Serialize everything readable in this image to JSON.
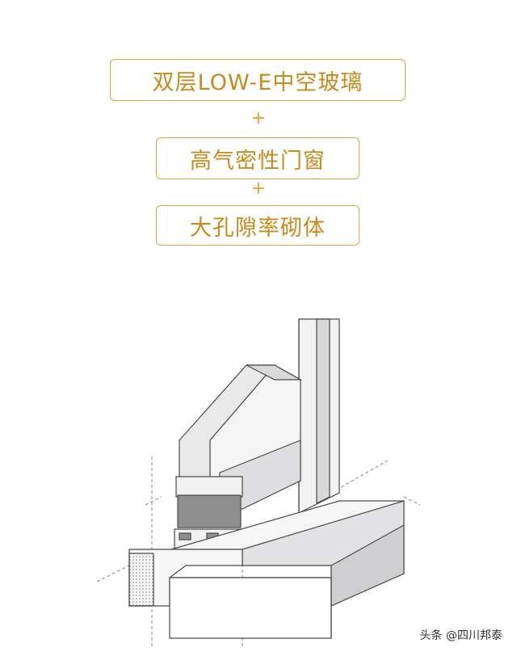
{
  "labels": {
    "line1": "双层LOW-E中空玻璃",
    "plus1": "+",
    "line2": "高气密性门窗",
    "plus2": "+",
    "line3": "大孔隙率砌体"
  },
  "watermark": "头条 @四川邦泰",
  "colors": {
    "accent": "#e0a43c",
    "text": "#c98a1c",
    "line": "#4a4a4a",
    "fill_light": "#e9e9ea",
    "fill_dark": "#9a9a9a"
  }
}
